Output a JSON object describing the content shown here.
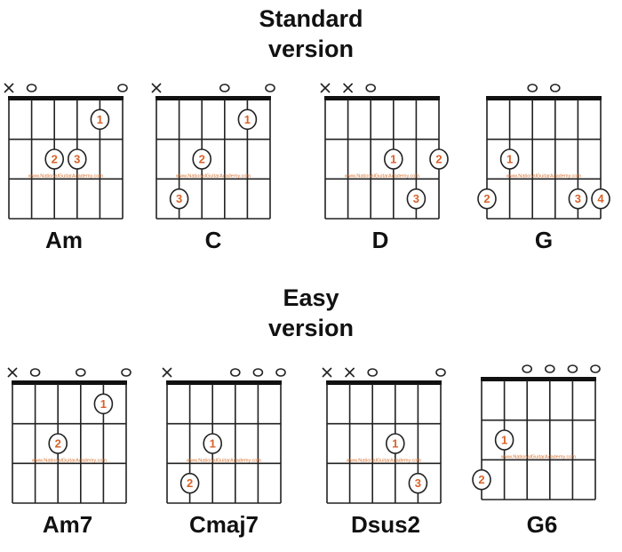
{
  "headings": {
    "standard_line1": "Standard",
    "standard_line2": "version",
    "easy_line1": "Easy",
    "easy_line2": "version"
  },
  "watermark": "www.NationalGuitarAcademy.com",
  "colors": {
    "finger": "#d9622a",
    "watermark": "#d7702c",
    "ink": "#111111"
  },
  "sections": [
    {
      "name": "standard",
      "chords": [
        {
          "name": "Am",
          "open_muted": [
            "x",
            "o",
            "",
            "",
            "",
            "o"
          ],
          "fingers": [
            {
              "string": 5,
              "fret": 1,
              "finger": "1"
            },
            {
              "string": 3,
              "fret": 2,
              "finger": "2"
            },
            {
              "string": 4,
              "fret": 2,
              "finger": "3"
            }
          ]
        },
        {
          "name": "C",
          "open_muted": [
            "x",
            "",
            "",
            "o",
            "",
            "o"
          ],
          "fingers": [
            {
              "string": 5,
              "fret": 1,
              "finger": "1"
            },
            {
              "string": 3,
              "fret": 2,
              "finger": "2"
            },
            {
              "string": 2,
              "fret": 3,
              "finger": "3"
            }
          ]
        },
        {
          "name": "D",
          "open_muted": [
            "x",
            "x",
            "o",
            "",
            "",
            ""
          ],
          "fingers": [
            {
              "string": 4,
              "fret": 2,
              "finger": "1"
            },
            {
              "string": 6,
              "fret": 2,
              "finger": "2"
            },
            {
              "string": 5,
              "fret": 3,
              "finger": "3"
            }
          ]
        },
        {
          "name": "G",
          "open_muted": [
            "",
            "",
            "o",
            "o",
            "",
            ""
          ],
          "fingers": [
            {
              "string": 2,
              "fret": 2,
              "finger": "1"
            },
            {
              "string": 1,
              "fret": 3,
              "finger": "2"
            },
            {
              "string": 5,
              "fret": 3,
              "finger": "3"
            },
            {
              "string": 6,
              "fret": 3,
              "finger": "4"
            }
          ]
        }
      ]
    },
    {
      "name": "easy",
      "chords": [
        {
          "name": "Am7",
          "open_muted": [
            "x",
            "o",
            "",
            "o",
            "",
            "o"
          ],
          "fingers": [
            {
              "string": 5,
              "fret": 1,
              "finger": "1"
            },
            {
              "string": 3,
              "fret": 2,
              "finger": "2"
            }
          ]
        },
        {
          "name": "Cmaj7",
          "open_muted": [
            "x",
            "",
            "",
            "o",
            "o",
            "o"
          ],
          "fingers": [
            {
              "string": 3,
              "fret": 2,
              "finger": "1"
            },
            {
              "string": 2,
              "fret": 3,
              "finger": "2"
            }
          ]
        },
        {
          "name": "Dsus2",
          "open_muted": [
            "x",
            "x",
            "o",
            "",
            "",
            "o"
          ],
          "fingers": [
            {
              "string": 4,
              "fret": 2,
              "finger": "1"
            },
            {
              "string": 5,
              "fret": 3,
              "finger": "3"
            }
          ]
        },
        {
          "name": "G6",
          "open_muted": [
            "",
            "",
            "o",
            "o",
            "o",
            "o"
          ],
          "fingers": [
            {
              "string": 2,
              "fret": 2,
              "finger": "1"
            },
            {
              "string": 1,
              "fret": 3,
              "finger": "2"
            }
          ]
        }
      ]
    }
  ]
}
